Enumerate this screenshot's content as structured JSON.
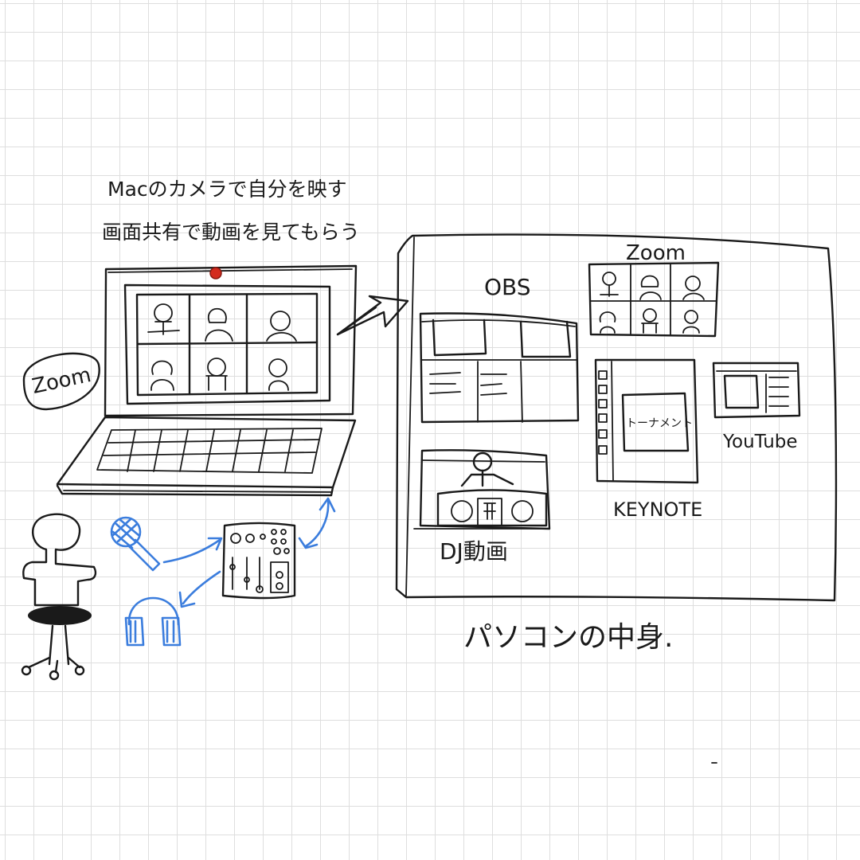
{
  "notes": {
    "line1": "Macのカメラで自分を映す",
    "line2": "画面共有で動画を見てもらう"
  },
  "labels": {
    "zoom_bubble": "Zoom",
    "pc_zoom": "Zoom",
    "obs": "OBS",
    "tournament": "トーナメント",
    "youtube": "YouTube",
    "keynote": "KEYNOTE",
    "video": "DJ動画",
    "pc_contents": "パソコンの中身."
  },
  "colors": {
    "ink": "#1a1a1a",
    "accent_blue": "#3b7ddd",
    "camera_red": "#d42b1e",
    "grid": "#dedede"
  }
}
